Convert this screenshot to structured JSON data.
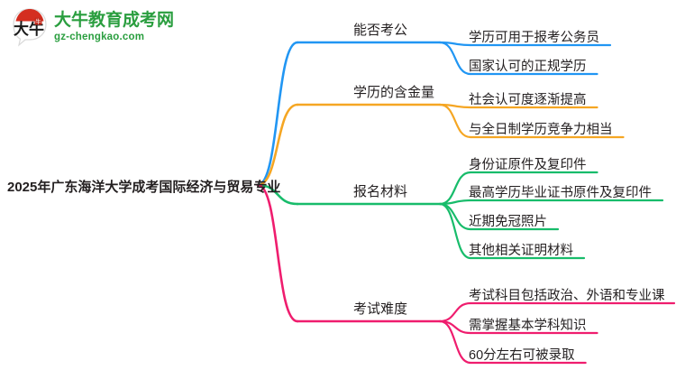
{
  "logo": {
    "mark_alt": "speech-bubble-logo",
    "title": "大牛教育成考网",
    "domain": "gz-chengkao.com",
    "brand_color": "#2a9e3f",
    "mark_accent_color": "#d42e20"
  },
  "mindmap": {
    "root": "2025年广东海洋大学成考国际经济与贸易专业",
    "branches": [
      {
        "label": "能否考公",
        "color": "#2196f3",
        "children": [
          "学历可用于报考公务员",
          "国家认可的正规学历"
        ]
      },
      {
        "label": "学历的含金量",
        "color": "#f5a623",
        "children": [
          "社会认可度逐渐提高",
          "与全日制学历竞争力相当"
        ]
      },
      {
        "label": "报名材料",
        "color": "#18bc6b",
        "children": [
          "身份证原件及复印件",
          "最高学历毕业证书原件及复印件",
          "近期免冠照片",
          "其他相关证明材料"
        ]
      },
      {
        "label": "考试难度",
        "color": "#ef1d6e",
        "children": [
          "考试科目包括政治、外语和专业课",
          "需掌握基本学科知识",
          "60分左右可被录取"
        ]
      }
    ]
  }
}
